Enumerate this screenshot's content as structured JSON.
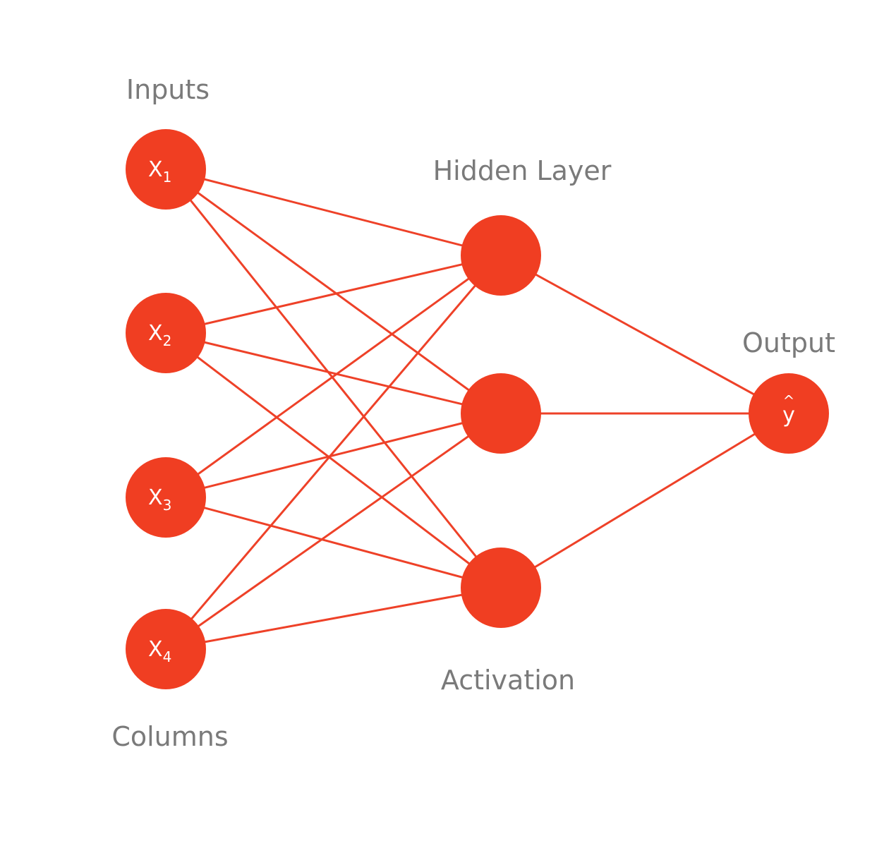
{
  "labels": {
    "inputs": "Inputs",
    "hidden_layer": "Hidden Layer",
    "output": "Output",
    "activation": "Activation",
    "columns": "Columns"
  },
  "colors": {
    "node": "#f03e22",
    "edge": "#ee4128",
    "label": "#7a7a7a",
    "node_text": "#ffffff"
  },
  "input_nodes": [
    {
      "symbol": "X",
      "subscript": "1"
    },
    {
      "symbol": "X",
      "subscript": "2"
    },
    {
      "symbol": "X",
      "subscript": "3"
    },
    {
      "symbol": "X",
      "subscript": "4"
    }
  ],
  "hidden_nodes": [
    {
      "label": ""
    },
    {
      "label": ""
    },
    {
      "label": ""
    }
  ],
  "output_node": {
    "symbol": "y",
    "hat": "^"
  }
}
